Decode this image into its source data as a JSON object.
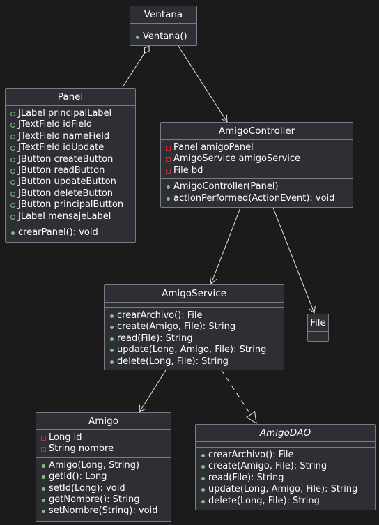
{
  "classes": {
    "ventana": {
      "name": "Ventana",
      "fields": [],
      "methods": [
        {
          "vis": "public",
          "text": "Ventana()"
        }
      ]
    },
    "panel": {
      "name": "Panel",
      "fields": [
        {
          "vis": "public",
          "text": "JLabel principalLabel"
        },
        {
          "vis": "public",
          "text": "JTextField idField"
        },
        {
          "vis": "public",
          "text": "JTextField nameField"
        },
        {
          "vis": "public",
          "text": "JTextField idUpdate"
        },
        {
          "vis": "public",
          "text": "JButton createButton"
        },
        {
          "vis": "public",
          "text": "JButton readButton"
        },
        {
          "vis": "public",
          "text": "JButton updateButton"
        },
        {
          "vis": "public",
          "text": "JButton deleteButton"
        },
        {
          "vis": "public",
          "text": "JButton principalButton"
        },
        {
          "vis": "public",
          "text": "JLabel mensajeLabel"
        }
      ],
      "methods": [
        {
          "vis": "public",
          "text": "crearPanel(): void"
        }
      ]
    },
    "amigoController": {
      "name": "AmigoController",
      "fields": [
        {
          "vis": "private",
          "text": "Panel amigoPanel"
        },
        {
          "vis": "private",
          "text": "AmigoService amigoService"
        },
        {
          "vis": "private",
          "text": "File bd"
        }
      ],
      "methods": [
        {
          "vis": "public",
          "text": "AmigoController(Panel)"
        },
        {
          "vis": "public",
          "text": "actionPerformed(ActionEvent): void"
        }
      ]
    },
    "amigoService": {
      "name": "AmigoService",
      "fields": [],
      "methods": [
        {
          "vis": "public",
          "text": "crearArchivo(): File"
        },
        {
          "vis": "public",
          "text": "create(Amigo, File): String"
        },
        {
          "vis": "public",
          "text": "read(File): String"
        },
        {
          "vis": "public",
          "text": "update(Long, Amigo, File): String"
        },
        {
          "vis": "public",
          "text": "delete(Long, File): String"
        }
      ]
    },
    "file": {
      "name": "File",
      "fields": [],
      "methods": []
    },
    "amigo": {
      "name": "Amigo",
      "fields": [
        {
          "vis": "private",
          "text": "Long id"
        },
        {
          "vis": "private",
          "text": "String nombre"
        }
      ],
      "methods": [
        {
          "vis": "public",
          "text": "Amigo(Long, String)"
        },
        {
          "vis": "public",
          "text": "getId(): Long"
        },
        {
          "vis": "public",
          "text": "setId(Long): void"
        },
        {
          "vis": "public",
          "text": "getNombre(): String"
        },
        {
          "vis": "public",
          "text": "setNombre(String): void"
        }
      ]
    },
    "amigoDAO": {
      "name": "AmigoDAO",
      "italic": true,
      "fields": [],
      "methods": [
        {
          "vis": "public",
          "text": "crearArchivo(): File"
        },
        {
          "vis": "public",
          "text": "create(Amigo, File): String"
        },
        {
          "vis": "public",
          "text": "read(File): String"
        },
        {
          "vis": "public",
          "text": "update(Long, Amigo, File): String"
        },
        {
          "vis": "public",
          "text": "delete(Long, File): String"
        }
      ]
    }
  },
  "relations": [
    {
      "from": "ventana",
      "to": "panel",
      "type": "aggregation"
    },
    {
      "from": "ventana",
      "to": "amigoController",
      "type": "association"
    },
    {
      "from": "amigoController",
      "to": "amigoService",
      "type": "association"
    },
    {
      "from": "amigoController",
      "to": "file",
      "type": "association"
    },
    {
      "from": "amigoService",
      "to": "amigo",
      "type": "association"
    },
    {
      "from": "amigoService",
      "to": "amigoDAO",
      "type": "realization"
    }
  ],
  "colors": {
    "background": "#1b1b1b",
    "box": "#2e2f35",
    "border": "#7b7b86",
    "line": "#e8e8e8",
    "public": "#84be84",
    "private": "#c82930"
  }
}
